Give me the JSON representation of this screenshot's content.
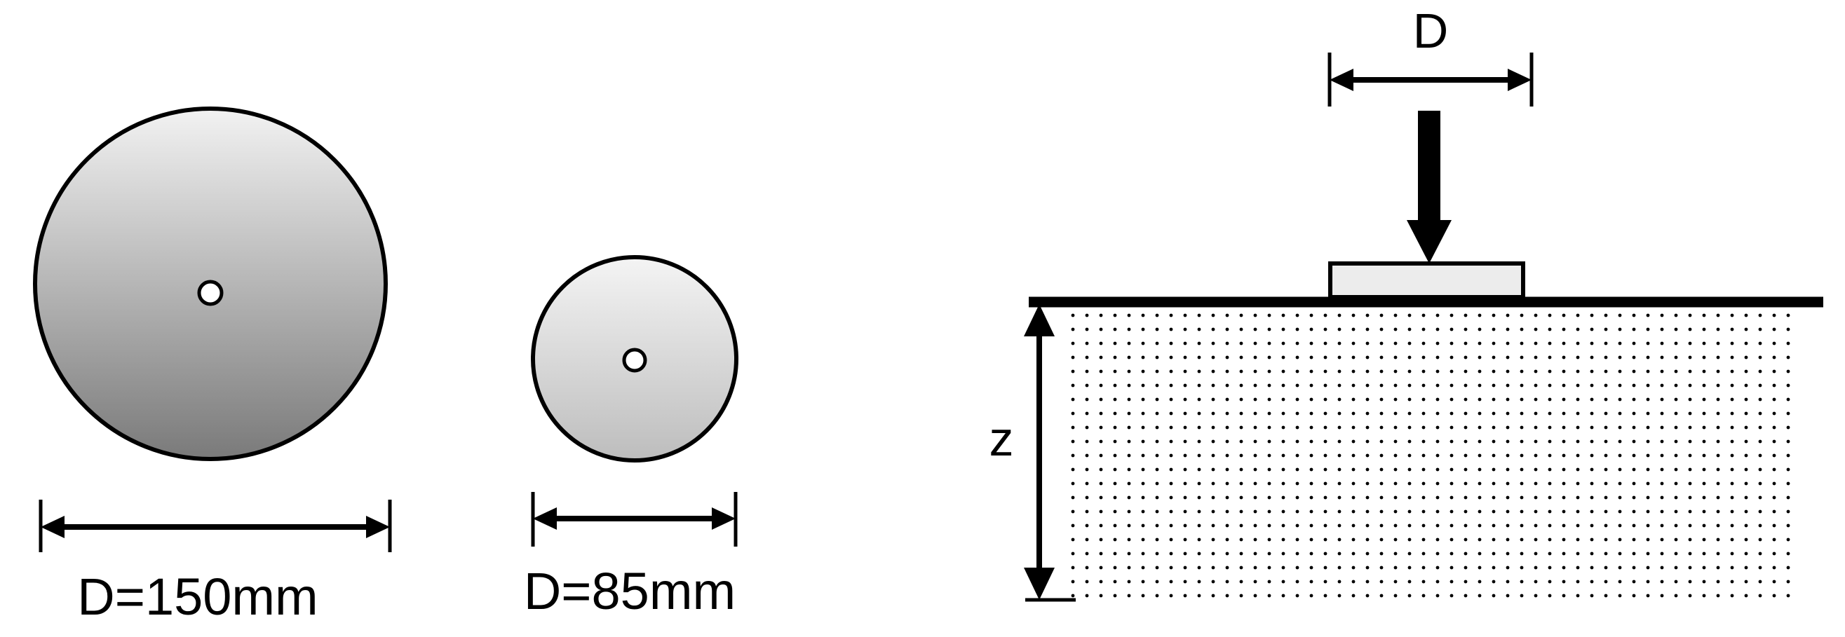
{
  "plates": [
    {
      "id": "large",
      "label": "D=150mm",
      "diameter_mm": 150
    },
    {
      "id": "small",
      "label": "D=85mm",
      "diameter_mm": 85
    }
  ],
  "soil_diagram": {
    "plate_width_label": "D",
    "depth_label": "z"
  },
  "colors": {
    "ink": "#000000",
    "plate_light": "#f2f2f2",
    "plate_dark": "#7a7a7a",
    "small_plate_light": "#f4f4f4",
    "small_plate_dark": "#bdbdbd",
    "footing_fill": "#ececec",
    "soil_dot": "#000000"
  }
}
